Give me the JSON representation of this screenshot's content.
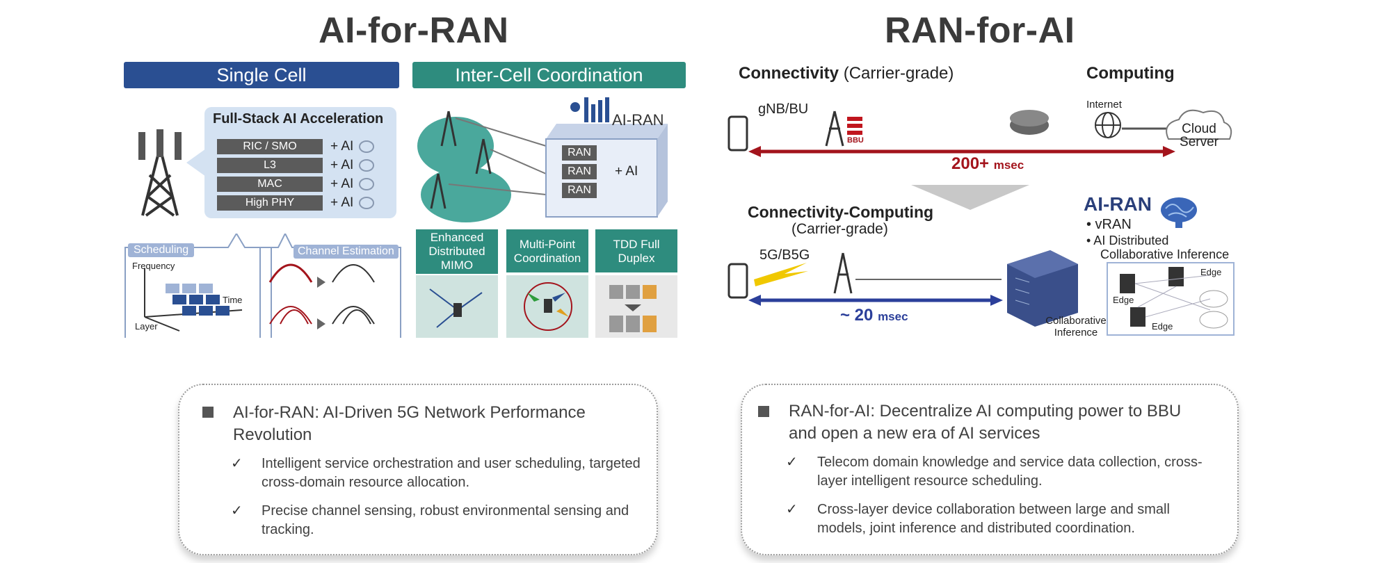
{
  "left": {
    "title": "AI-for-RAN",
    "single_cell": "Single Cell",
    "inter_cell": "Inter-Cell Coordination",
    "full_stack": "Full-Stack AI Acceleration",
    "layers": [
      "RIC / SMO",
      "L3",
      "MAC",
      "High PHY"
    ],
    "plus_ai": "+ AI",
    "ai_ran_label": "AI-RAN",
    "ran_boxes": [
      "RAN",
      "RAN",
      "RAN"
    ],
    "scheduling": "Scheduling",
    "frequency": "Frequency",
    "time": "Time",
    "layer": "Layer",
    "channel_estimation": "Channel Estimation",
    "features": [
      "Enhanced Distributed MIMO",
      "Multi-Point Coordination",
      "TDD Full Duplex"
    ]
  },
  "right": {
    "title": "RAN-for-AI",
    "connectivity": "Connectivity",
    "carrier_grade": "(Carrier-grade)",
    "computing": "Computing",
    "gnb": "gNB/BU",
    "bbu": "BBU",
    "internet": "Internet",
    "cloud_server": "Cloud Server",
    "latency_top": "200+",
    "latency_bottom": "~ 20",
    "msec": "msec",
    "conn_computing": "Connectivity-Computing",
    "carrier_grade2": "(Carrier-grade)",
    "fiveg": "5G/B5G",
    "ai_ran": "AI-RAN",
    "vran": "• vRAN",
    "ai_distributed": "• AI Distributed",
    "collab_inference_line": "Collaborative Inference",
    "collab_inference": "Collaborative Inference",
    "edge": "Edge"
  },
  "cards": {
    "left": {
      "main": "AI-for-RAN: AI-Driven 5G Network Performance Revolution",
      "subs": [
        "Intelligent service orchestration and user scheduling, targeted cross-domain resource allocation.",
        "Precise channel sensing, robust environmental sensing and tracking."
      ]
    },
    "right": {
      "main": "RAN-for-AI: Decentralize AI computing power to BBU and open a new era of AI services",
      "subs": [
        "Telecom domain knowledge and service data collection, cross-layer intelligent resource scheduling.",
        "Cross-layer device collaboration between large and small models, joint inference and distributed coordination."
      ]
    }
  },
  "colors": {
    "blue_banner": "#2a4f92",
    "teal_banner": "#2e8c7e",
    "red_arrow": "#a3141c",
    "blue_arrow": "#2b3f9a"
  }
}
